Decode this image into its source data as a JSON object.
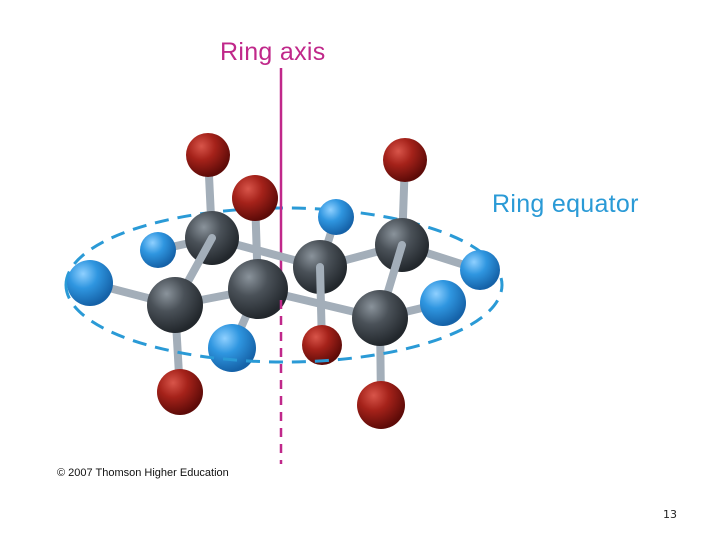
{
  "labels": {
    "ring_axis": "Ring axis",
    "ring_equator": "Ring equator"
  },
  "footer": {
    "copyright": "© 2007 Thomson Higher Education",
    "page_number": "13"
  },
  "colors": {
    "label_axis": "#c0288a",
    "label_equator": "#2a9ad6",
    "axis_line": "#c0288a",
    "equator_line": "#2a9ad6",
    "bond": "#9aa6b2",
    "carbon": "#3b4045",
    "oxygen": "#8b1414",
    "hydrogen": "#1f86d6"
  }
}
